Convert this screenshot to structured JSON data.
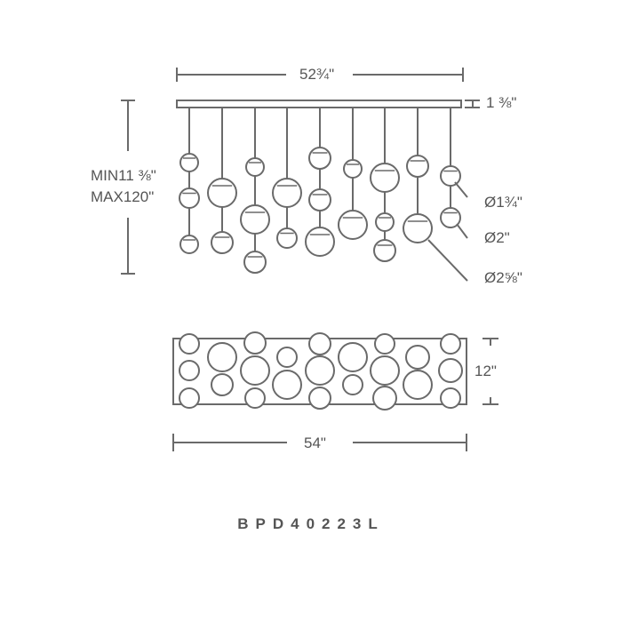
{
  "product": {
    "model": "BPD40223L"
  },
  "side_view": {
    "canopy_width": "52¾\"",
    "canopy_height": "1 ⅜\"",
    "drop_min": "MIN11 ⅜\"",
    "drop_max": "MAX120\"",
    "globe_sizes": [
      "Ø1¾\"",
      "Ø2\"",
      "Ø2⅝\""
    ]
  },
  "top_view": {
    "width": "54\"",
    "depth": "12\""
  },
  "colors": {
    "line": "#6a6a6a",
    "text": "#555555"
  }
}
